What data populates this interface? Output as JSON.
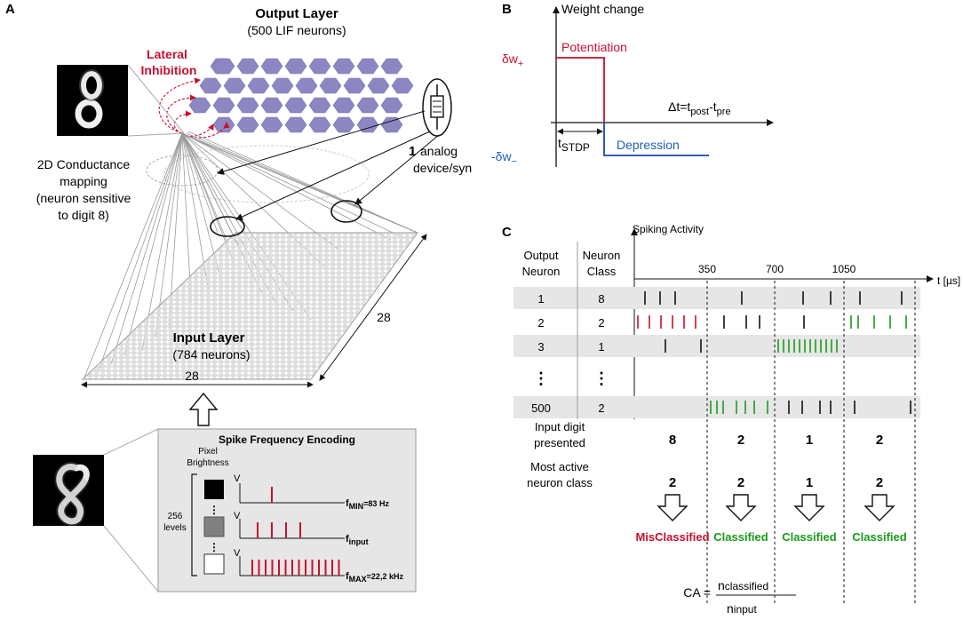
{
  "panel_a": {
    "letter": "A",
    "output_title": "Output Layer",
    "output_sub": "(500 LIF neurons)",
    "lateral_1": "Lateral",
    "lateral_2": "Inhibition",
    "conductance_1": "2D Conductance",
    "conductance_2": "mapping",
    "conductance_3": "(neuron sensitive",
    "conductance_4": "to digit 8)",
    "analog_num": "1",
    "analog_1": "analog",
    "analog_2": "device/syn",
    "input_title": "Input Layer",
    "input_sub": "(784 neurons)",
    "dim_bottom": "28",
    "dim_right": "28",
    "encoding": {
      "title": "Spike Frequency Encoding",
      "pixel_1": "Pixel",
      "pixel_2": "Brightness",
      "levels_1": "256",
      "levels_2": "levels",
      "v_label": "V",
      "f_min": "f",
      "f_min_sub": "MIN",
      "f_min_val": "=83 Hz",
      "f_input": "f",
      "f_input_sub": "input",
      "f_max": "f",
      "f_max_sub": "MAX",
      "f_max_val": "=22,2 kHz",
      "pulse_counts": [
        1,
        4,
        14
      ]
    }
  },
  "panel_b": {
    "letter": "B",
    "ylabel": "Weight change",
    "dw_plus": "δw",
    "dw_plus_sub": "+",
    "dw_minus": "-δw",
    "dw_minus_sub": "−",
    "potentiation": "Potentiation",
    "depression": "Depression",
    "xlabel_main": "Δt=t",
    "xlabel_sub1": "post",
    "xlabel_mid": "-t",
    "xlabel_sub2": "pre",
    "tstdp": "t",
    "tstdp_sub": "STDP"
  },
  "panel_c": {
    "letter": "C",
    "spiking_label": "Spiking Activity",
    "col_output": [
      "Output",
      "Neuron"
    ],
    "col_class": [
      "Neuron",
      "Class"
    ],
    "time_label": "t [µs]",
    "time_ticks": [
      "350",
      "700",
      "1050"
    ],
    "rows": [
      {
        "neuron": "1",
        "cls": "8"
      },
      {
        "neuron": "2",
        "cls": "2"
      },
      {
        "neuron": "3",
        "cls": "1"
      },
      {
        "neuron": "⋮",
        "cls": "⋮"
      },
      {
        "neuron": "500",
        "cls": "2"
      }
    ],
    "input_label": [
      "Input digit",
      "presented"
    ],
    "input_digits": [
      "8",
      "2",
      "1",
      "2"
    ],
    "active_label": [
      "Most active",
      "neuron class"
    ],
    "active_classes": [
      "2",
      "2",
      "1",
      "2"
    ],
    "outcomes": [
      "MisClassified",
      "Classified",
      "Classified",
      "Classified"
    ],
    "ca_lhs": "CA =",
    "ca_num": "n",
    "ca_num_sub": "classified",
    "ca_den": "n",
    "ca_den_sub": "input"
  },
  "colors": {
    "purple": "#8c86c2",
    "red": "#c8102e",
    "blue": "#1f5fbf",
    "green": "#1a9a1a",
    "row_gray": "#e6e6e6"
  }
}
